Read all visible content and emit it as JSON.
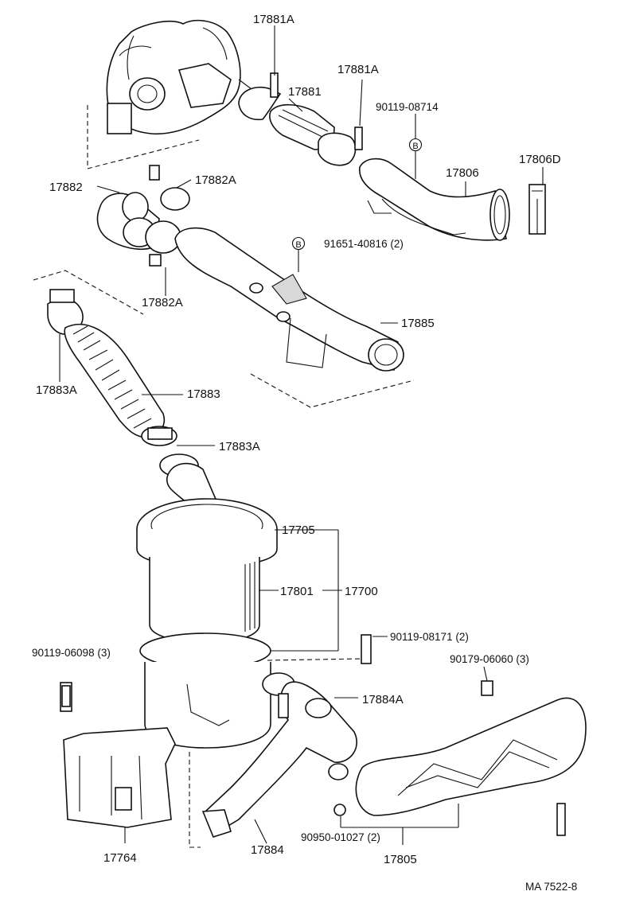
{
  "labels": {
    "p17881A_top": "17881A",
    "p17881A_mid": "17881A",
    "p17881": "17881",
    "p90119_08714": "90119-08714",
    "p17806": "17806",
    "p17806D": "17806D",
    "p17882": "17882",
    "p17882A_top": "17882A",
    "p17882A_bot": "17882A",
    "p91651_40816": "91651-40816 (2)",
    "p17885": "17885",
    "p17883A_left": "17883A",
    "p17883": "17883",
    "p17883A_right": "17883A",
    "p17705": "17705",
    "p17801": "17801",
    "p17700": "17700",
    "p90119_08171": "90119-08171 (2)",
    "p90119_06098": "90119-06098 (3)",
    "p90179_06060": "90179-06060 (3)",
    "p17884A": "17884A",
    "p90950_01027": "90950-01027 (2)",
    "p17764": "17764",
    "p17884": "17884",
    "p17805": "17805",
    "ref_b1": "B",
    "ref_b2": "B",
    "catalog_code": "MA 7522-8"
  }
}
